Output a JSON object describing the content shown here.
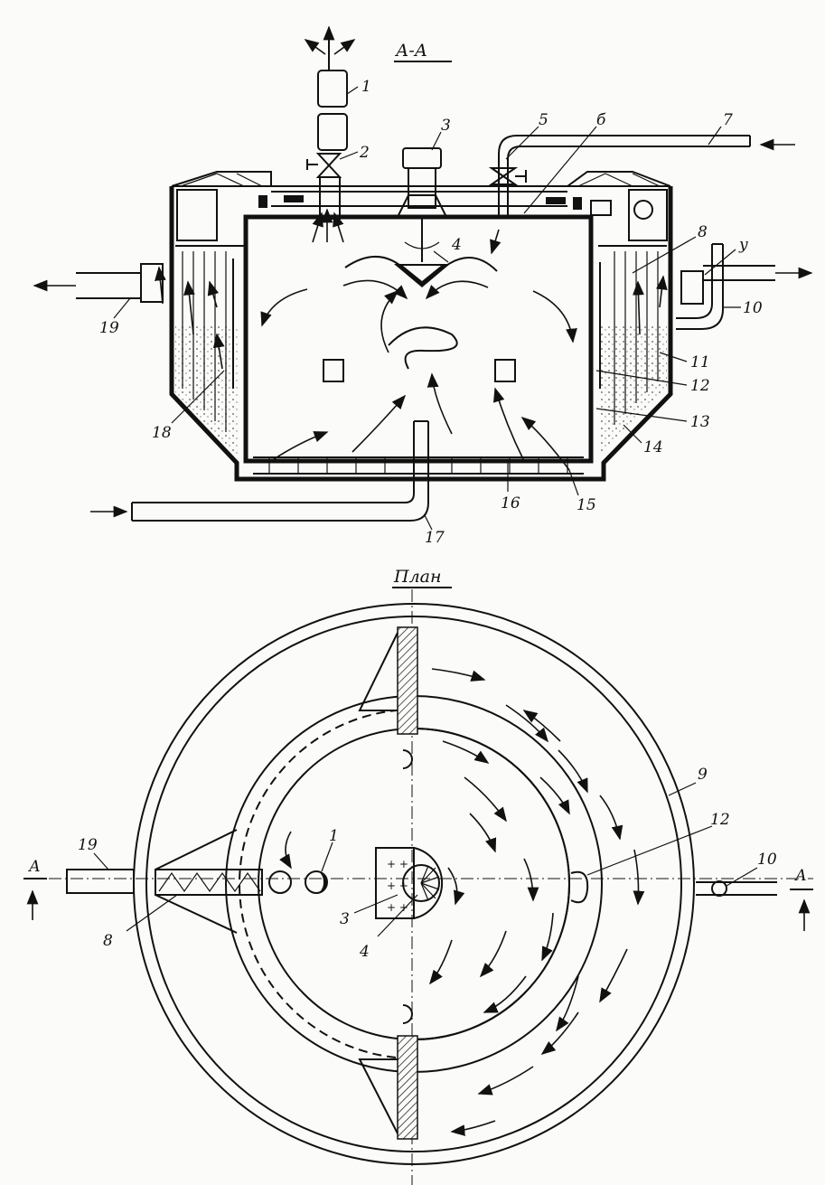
{
  "section_title": "А-А",
  "plan_title": "План",
  "section_marker": "А",
  "labels": {
    "l1": "1",
    "l2": "2",
    "l3": "3",
    "l4": "4",
    "l5": "5",
    "l6": "б",
    "l7": "7",
    "l8": "8",
    "l9": "у",
    "l10": "10",
    "l11": "11",
    "l12": "12",
    "l13": "13",
    "l14": "14",
    "l15": "15",
    "l16": "16",
    "l17": "17",
    "l18": "18",
    "l19": "19"
  },
  "plan_labels": {
    "p1": "1",
    "p3": "3",
    "p4": "4",
    "p8": "8",
    "p9": "9",
    "p10": "10",
    "p12": "12",
    "p19": "19"
  },
  "colors": {
    "ink": "#111111",
    "paper": "#fbfbf9",
    "filter": "#bdbdb5"
  }
}
